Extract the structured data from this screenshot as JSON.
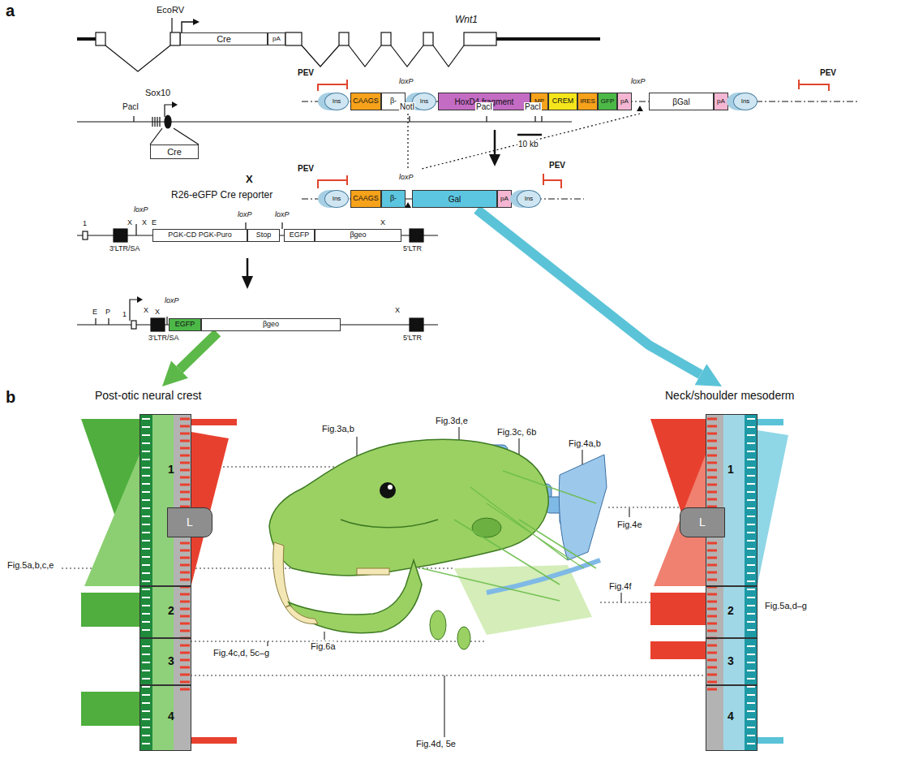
{
  "diagram": {
    "nodes": [
      {
        "text": [
          "Cre"
        ]
      },
      {
        "text": [
          "pA"
        ]
      },
      {
        "text": [
          "Cre"
        ]
      },
      {
        "text": [
          "Ins"
        ]
      },
      {
        "text": [
          "CAAGS"
        ]
      },
      {
        "text": [
          "β-"
        ]
      },
      {
        "text": [
          "Ins"
        ]
      },
      {
        "text": [
          "HoxD4 fragment"
        ]
      },
      {
        "text": [
          "MP"
        ]
      },
      {
        "text": [
          "CREM"
        ]
      },
      {
        "text": [
          "IRES"
        ]
      },
      {
        "text": [
          "GFP"
        ]
      },
      {
        "text": [
          "pA"
        ]
      },
      {
        "text": [
          "βGal"
        ]
      },
      {
        "text": [
          "pA"
        ]
      },
      {
        "text": [
          "Ins"
        ]
      },
      {
        "text": [
          "Ins"
        ]
      },
      {
        "text": [
          "CAAGS"
        ]
      },
      {
        "text": [
          "β-"
        ]
      },
      {
        "text": [
          "Gal"
        ]
      },
      {
        "text": [
          "pA"
        ]
      },
      {
        "text": [
          "Ins"
        ]
      },
      {
        "text": [
          "PGK-CD PGK-Puro"
        ]
      },
      {
        "text": [
          "Stop"
        ]
      },
      {
        "text": [
          "EGFP"
        ]
      },
      {
        "text": [
          "βgeo"
        ]
      },
      {
        "text": [
          "EGFP"
        ]
      },
      {
        "text": [
          "βgeo"
        ]
      },
      {
        "text": [
          "Post-otic neural crest"
        ]
      },
      {
        "text": [
          "1"
        ],
        "in": 28
      },
      {
        "text": [
          "L"
        ],
        "in": 28
      },
      {
        "text": [
          "2"
        ],
        "in": 28
      },
      {
        "text": [
          "3"
        ],
        "in": 28
      },
      {
        "text": [
          "4"
        ],
        "in": 28
      },
      {
        "text": [
          "Neck/shoulder mesoderm"
        ]
      },
      {
        "text": [
          "1"
        ],
        "in": 34
      },
      {
        "text": [
          "L"
        ],
        "in": 34
      },
      {
        "text": [
          "2"
        ],
        "in": 34
      },
      {
        "text": [
          "3"
        ],
        "in": 34
      },
      {
        "text": [
          "4"
        ],
        "in": 34
      }
    ],
    "edges": [
      {
        "from": 27,
        "to": 28,
        "arrow": "to"
      },
      {
        "from": 19,
        "to": 34,
        "arrow": "to"
      }
    ],
    "labels": [
      "a",
      "EcoRV",
      "Wnt1",
      "Sox10",
      "PacI",
      "NotI",
      "PacI",
      "PacI",
      "10 kb",
      "X",
      "R26-eGFP Cre reporter",
      "1",
      "X",
      "loxP",
      "X",
      "E",
      "loxP",
      "loxP",
      "X",
      "3'LTR/SA",
      "5'LTR",
      "E",
      "P",
      "1",
      "X",
      "X",
      "loxP",
      "X",
      "3'LTR/SA",
      "5'LTR",
      "PEV",
      "loxP",
      "loxP",
      "PEV",
      "PEV",
      "loxP",
      "PEV",
      "b",
      "Fig.3a,b",
      "Fig.3d,e",
      "Fig.3c, 6b",
      "Fig.4a,b",
      "Fig.4e",
      "Fig.4f",
      "Fig.5a,d–g",
      "Fig.5a,b,c,e",
      "Fig.4c,d, 5c–g",
      "Fig.6a",
      "Fig.4d, 5e"
    ]
  }
}
